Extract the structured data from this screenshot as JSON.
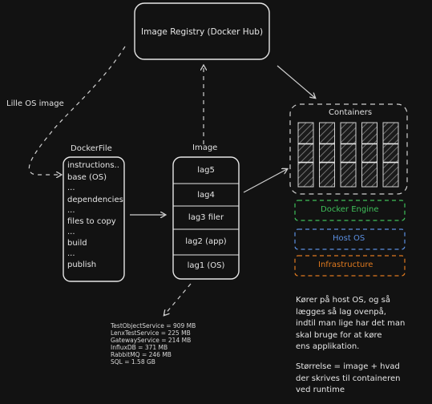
{
  "registry": {
    "label": "Image Registry (Docker Hub)"
  },
  "small_os_label": "Lille OS image",
  "dockerfile": {
    "title": "DockerFile",
    "items": [
      "instructions..",
      "base (OS)",
      "...",
      "dependencies",
      "...",
      "files to copy",
      "...",
      "build",
      "...",
      "publish"
    ]
  },
  "image": {
    "title": "Image",
    "layers": [
      "lag5",
      "lag4",
      "lag3 filer",
      "lag2 (app)",
      "lag1 (OS)"
    ]
  },
  "containers": {
    "title": "Containers",
    "count": 5
  },
  "stack": {
    "engine": "Docker Engine",
    "host": "Host OS",
    "infra": "Infrastructure"
  },
  "sizes": [
    "TestObjectService = 909 MB",
    "LenxTestService = 225 MB",
    "GatewayService = 214 MB",
    "InfluxDB = 371 MB",
    "RabbitMQ = 246 MB",
    "SQL = 1.58 GB"
  ],
  "notes": {
    "para1": [
      "Kører på host OS, og så",
      "lægges så lag ovenpå,",
      "indtil man lige har det man",
      "skal bruge for at køre",
      "ens applikation."
    ],
    "para2": [
      "Størrelse = image + hvad",
      "der skrives til containeren",
      "ved runtime"
    ]
  },
  "colors": {
    "background": "#121212",
    "stroke": "#e6e6e6",
    "engine": "#3fbf5a",
    "host": "#5b8fe0",
    "infra": "#e07a1f"
  }
}
